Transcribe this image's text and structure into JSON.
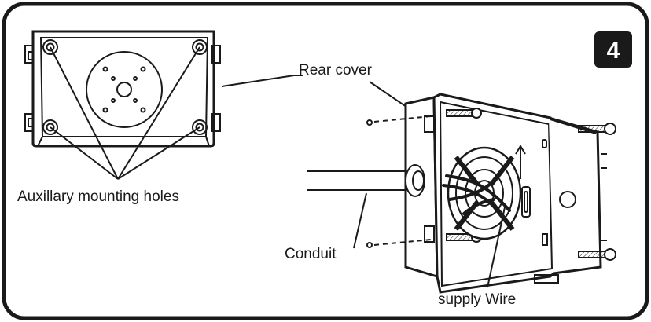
{
  "step_number": "4",
  "labels": {
    "rear_cover": "Rear cover",
    "auxiliary_holes": "Auxillary mounting holes",
    "conduit": "Conduit",
    "supply_wire": "supply Wire"
  },
  "colors": {
    "ink": "#1a1a1a",
    "paper": "#ffffff",
    "badge": "#1a1a1a"
  }
}
